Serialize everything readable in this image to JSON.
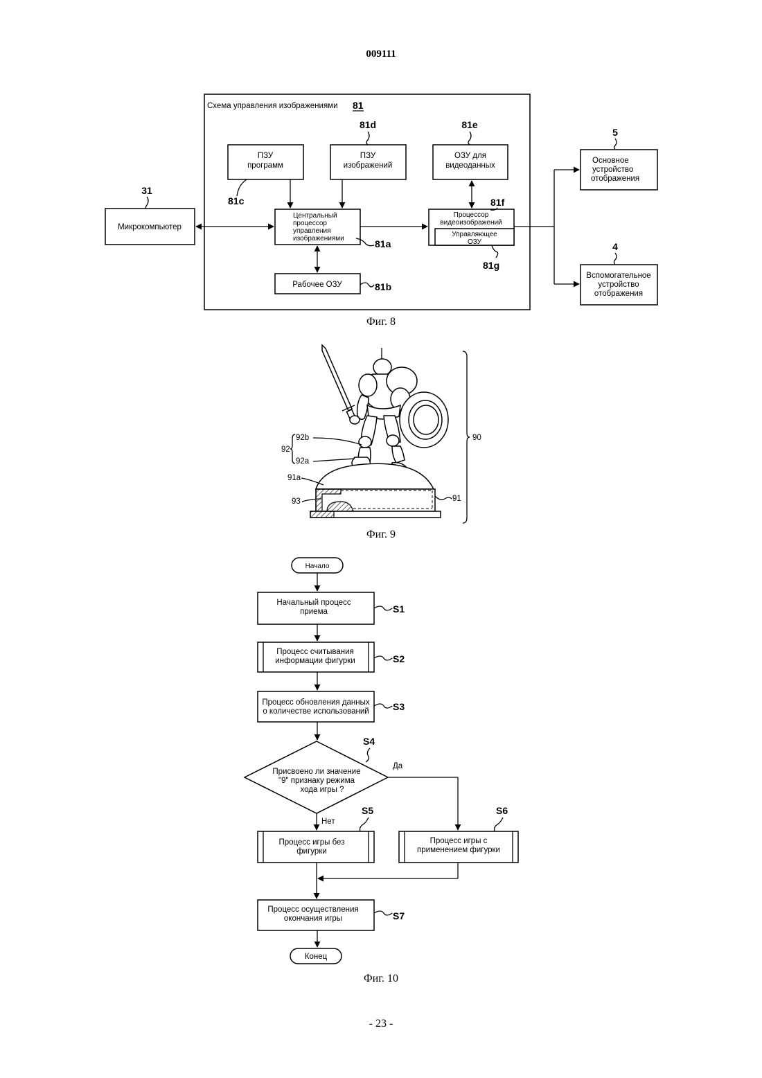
{
  "header": {
    "doc_number": "009111",
    "page_number": "- 23 -"
  },
  "fig8": {
    "caption": "Фиг. 8",
    "frame": {
      "title": "Схема управления изображениями",
      "ref": "81"
    },
    "microcomputer": {
      "ref": "31",
      "lines": [
        "Микрокомпьютер"
      ]
    },
    "program_rom": {
      "lines": [
        "ПЗУ",
        "программ"
      ],
      "ref": "81c"
    },
    "image_rom": {
      "ref": "81d",
      "lines": [
        "ПЗУ",
        "изображений"
      ]
    },
    "video_ram": {
      "ref": "81e",
      "lines": [
        "ОЗУ для",
        "видеоданных"
      ]
    },
    "cpu": {
      "lines": [
        "Центральный",
        "процессор",
        "управления",
        "изображениями"
      ],
      "ref": "81a"
    },
    "work_ram": {
      "lines": [
        "Рабочее ОЗУ"
      ],
      "ref": "81b"
    },
    "video_processor": {
      "ref": "81f",
      "lines": [
        "Процессор",
        "видеоизображений"
      ]
    },
    "control_ram": {
      "lines": [
        "Управляющее",
        "ОЗУ"
      ],
      "ref": "81g"
    },
    "main_display": {
      "ref": "5",
      "lines": [
        "Основное",
        "устройство",
        "отображения"
      ]
    },
    "aux_display": {
      "ref": "4",
      "lines": [
        "Вспомогательное",
        "устройство",
        "отображения"
      ]
    }
  },
  "fig9": {
    "caption": "Фиг. 9",
    "labels": {
      "figure": "90",
      "base": "91",
      "base_top": "91a",
      "body": "92",
      "upper": "92b",
      "lower": "92a",
      "memory": "93"
    }
  },
  "fig10": {
    "caption": "Фиг. 10",
    "start": "Начало",
    "end": "Конец",
    "s1": {
      "ref": "S1",
      "lines": [
        "Начальный процесс",
        "приема"
      ]
    },
    "s2": {
      "ref": "S2",
      "lines": [
        "Процесс считывания",
        "информации фигурки"
      ]
    },
    "s3": {
      "ref": "S3",
      "lines": [
        "Процесс обновления данных",
        "о количестве использований"
      ]
    },
    "s4": {
      "ref": "S4",
      "lines": [
        "Присвоено ли значение",
        "\"9\" признаку режима",
        "хода игры ?"
      ],
      "yes": "Да",
      "no": "Нет"
    },
    "s5": {
      "ref": "S5",
      "lines": [
        "Процесс игры без",
        "фигурки"
      ]
    },
    "s6": {
      "ref": "S6",
      "lines": [
        "Процесс игры с",
        "применением фигурки"
      ]
    },
    "s7": {
      "ref": "S7",
      "lines": [
        "Процесс осуществления",
        "окончания игры"
      ]
    }
  }
}
